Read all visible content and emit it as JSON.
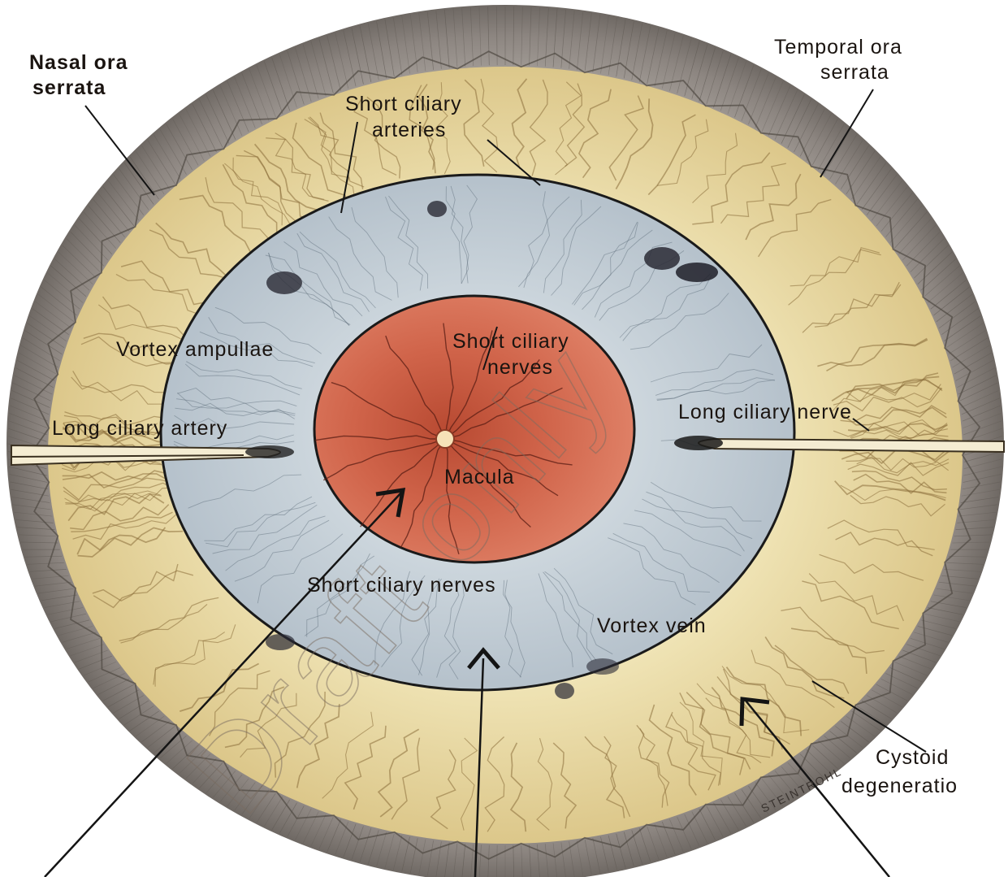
{
  "labels": {
    "nasal_ora_serrata": [
      "Nasal ora",
      "serrata"
    ],
    "temporal_ora_serrata": [
      "Temporal ora",
      "serrata"
    ],
    "short_ciliary_arteries": [
      "Short ciliary",
      "arteries"
    ],
    "vortex_ampullae": "Vortex ampullae",
    "short_ciliary_nerves_top": [
      "Short ciliary",
      "nerves"
    ],
    "long_ciliary_artery": "Long ciliary artery",
    "long_ciliary_nerve": "Long ciliary nerve",
    "macula": "Macula",
    "short_ciliary_nerves_bottom": "Short ciliary nerves",
    "vortex_vein": "Vortex vein",
    "cystoid_degeneration": [
      "Cystoid",
      "degeneratio"
    ],
    "signature": "STEINTROHL"
  },
  "watermark": "Draft only",
  "colors": {
    "ora_band": "#8c8580",
    "peripheral_zone": "#e6d59c",
    "equatorial_zone": "#c4ced6",
    "posterior_pole": "#d2674c",
    "vessel": "#8a6e3a",
    "outline": "#1a1a1a"
  }
}
